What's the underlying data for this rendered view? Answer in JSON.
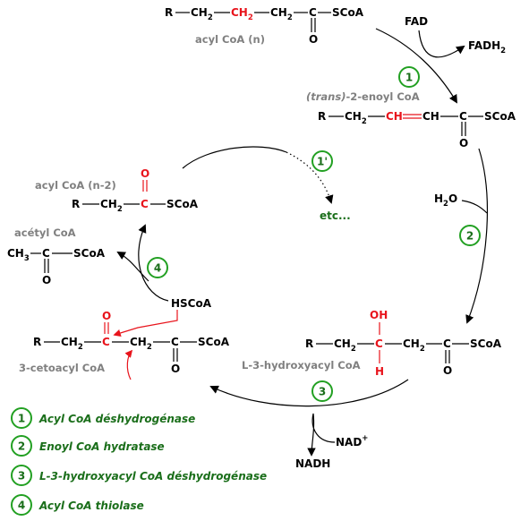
{
  "colors": {
    "accent_red": "#e8141c",
    "label_grey": "#808080",
    "enzyme_green": "#1a6e1a",
    "circle_green": "#22a022"
  },
  "molecules": {
    "acyl_coa_n": {
      "r": "R",
      "ch2": "CH",
      "sub2": "2",
      "c": "C",
      "o": "O",
      "scoa": "SCoA",
      "name": "acyl CoA (n)"
    },
    "enoyl_coa": {
      "name_prefix": "(trans)",
      "name_suffix": "-2-enoyl CoA",
      "r": "R",
      "ch2": "CH",
      "sub2": "2",
      "ch": "CH",
      "c": "C",
      "o": "O",
      "scoa": "SCoA"
    },
    "hydroxyacyl_coa": {
      "name": "L-3-hydroxyacyl CoA",
      "r": "R",
      "ch2": "CH",
      "sub2": "2",
      "c": "C",
      "oh": "OH",
      "h": "H",
      "o": "O",
      "scoa": "SCoA"
    },
    "cetoacyl_coa": {
      "name": "3-cetoacyl CoA",
      "r": "R",
      "ch2": "CH",
      "sub2": "2",
      "c": "C",
      "o": "O",
      "scoa": "SCoA"
    },
    "acyl_coa_n2": {
      "name": "acyl CoA (n-2)",
      "r": "R",
      "ch2": "CH",
      "sub2": "2",
      "c": "C",
      "o": "O",
      "scoa": "SCoA"
    },
    "acetyl_coa": {
      "name": "acétyl CoA",
      "ch3": "CH",
      "sub3": "3",
      "c": "C",
      "o": "O",
      "scoa": "SCoA"
    }
  },
  "cofactors": {
    "fad": "FAD",
    "fadh": "FADH",
    "fadh_sub": "2",
    "h2o_h": "H",
    "h2o_sub": "2",
    "h2o_o": "O",
    "nad": "NAD",
    "nad_plus": "+",
    "nadh": "NADH",
    "hscoa": "HSCoA",
    "etc": "etc..."
  },
  "steps": {
    "s1": "1",
    "s1p": "1'",
    "s2": "2",
    "s3": "3",
    "s4": "4"
  },
  "legend": [
    {
      "num": "1",
      "label": "Acyl CoA déshydrogénase"
    },
    {
      "num": "2",
      "label": "Enoyl CoA hydratase"
    },
    {
      "num": "3",
      "label": "L-3-hydroxyacyl CoA déshydrogénase"
    },
    {
      "num": "4",
      "label": "Acyl CoA thiolase"
    }
  ]
}
